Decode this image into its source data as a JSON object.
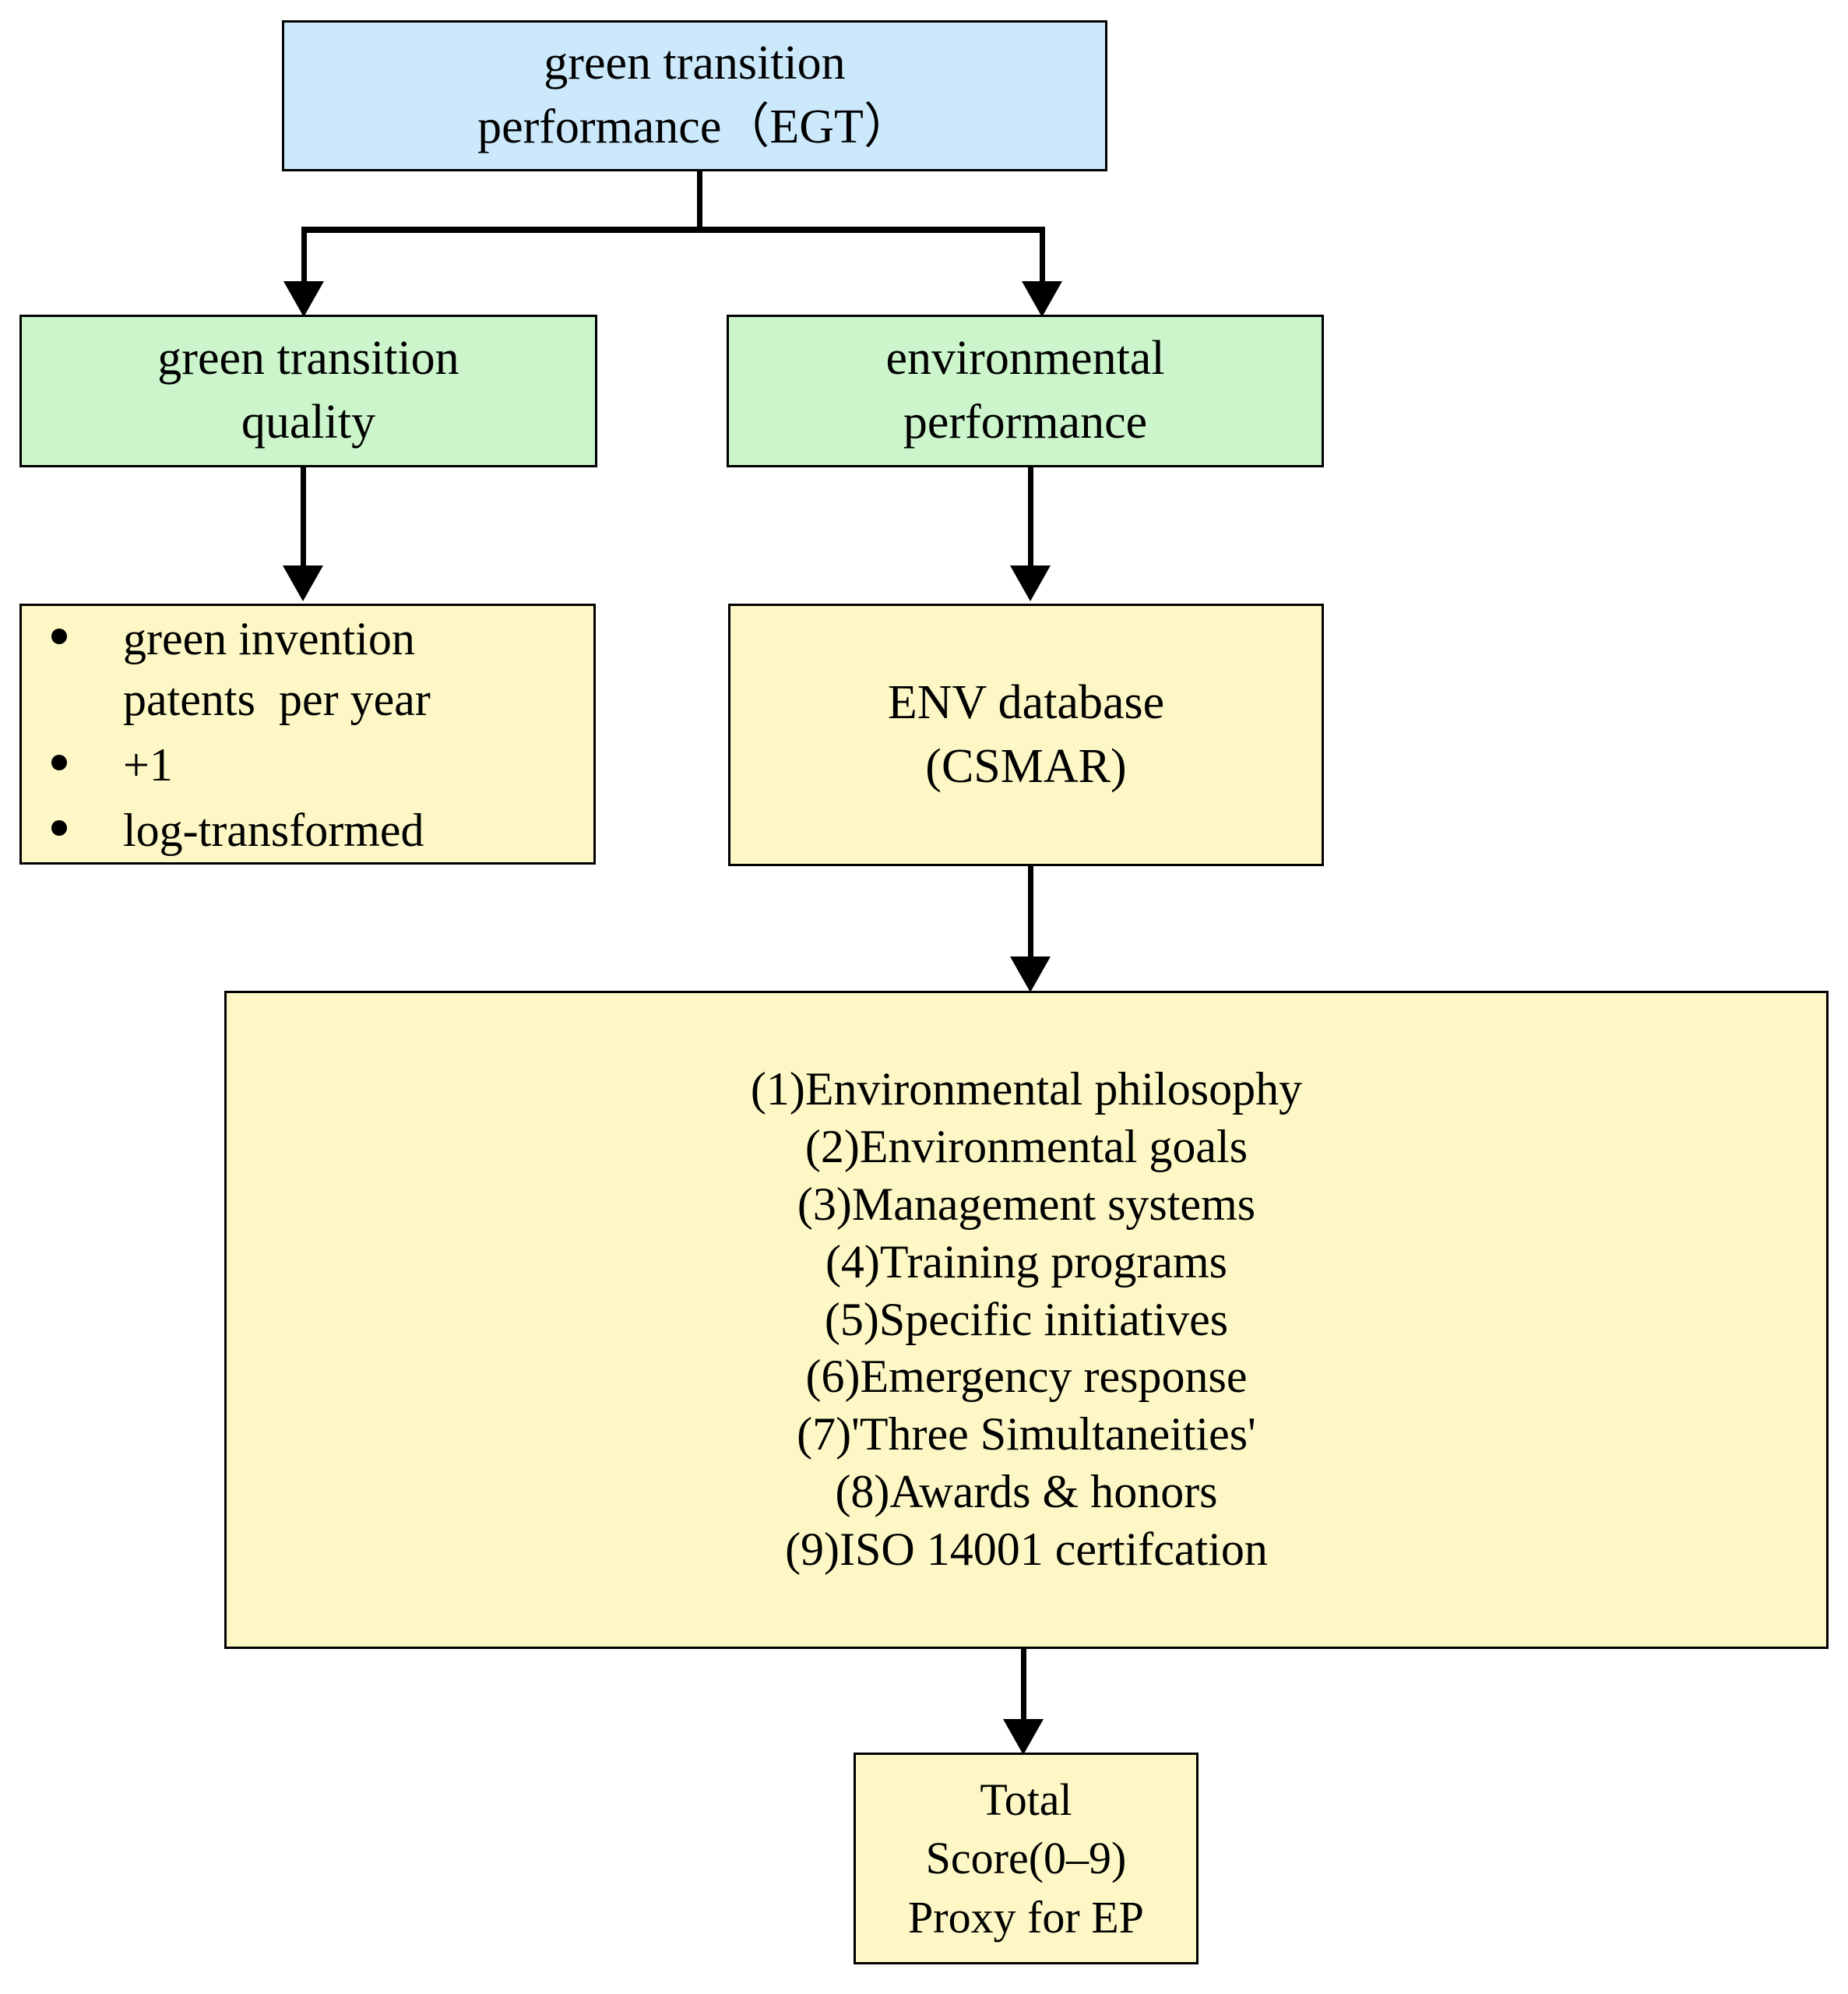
{
  "diagram": {
    "type": "flowchart",
    "title": "green transition performance (EGT) measurement framework",
    "colors": {
      "root_fill": "#cbe9fb",
      "dimension_fill": "#ccf5cc",
      "measure_fill": "#fcf7c4",
      "stroke": "#000000",
      "background": "#ffffff"
    },
    "nodes": {
      "root": {
        "id": "egt",
        "line1": "green transition",
        "line2": "performance（EGT）"
      },
      "dimension_left": {
        "id": "green-transition-quality",
        "line1": "green transition",
        "line2": "quality"
      },
      "dimension_right": {
        "id": "environmental-performance",
        "line1": "environmental",
        "line2": "performance"
      },
      "measure_left": {
        "id": "green-invention-patents",
        "bullets": [
          "green invention\npatents  per year",
          "+1",
          "log-transformed"
        ]
      },
      "measure_right": {
        "id": "env-database",
        "line1": "ENV database",
        "line2": "(CSMAR)"
      },
      "items": {
        "id": "env-disclosure-items",
        "list": [
          "(1)Environmental philosophy",
          "(2)Environmental goals",
          "(3)Management systems",
          "(4)Training programs",
          "(5)Specific initiatives",
          "(6)Emergency response",
          "(7)'Three Simultaneities'",
          "(8)Awards & honors",
          "(9)ISO 14001 certifcation"
        ]
      },
      "total": {
        "id": "total-score",
        "line1": "Total",
        "line2": "Score(0–9)",
        "line3": "Proxy for EP"
      }
    }
  }
}
